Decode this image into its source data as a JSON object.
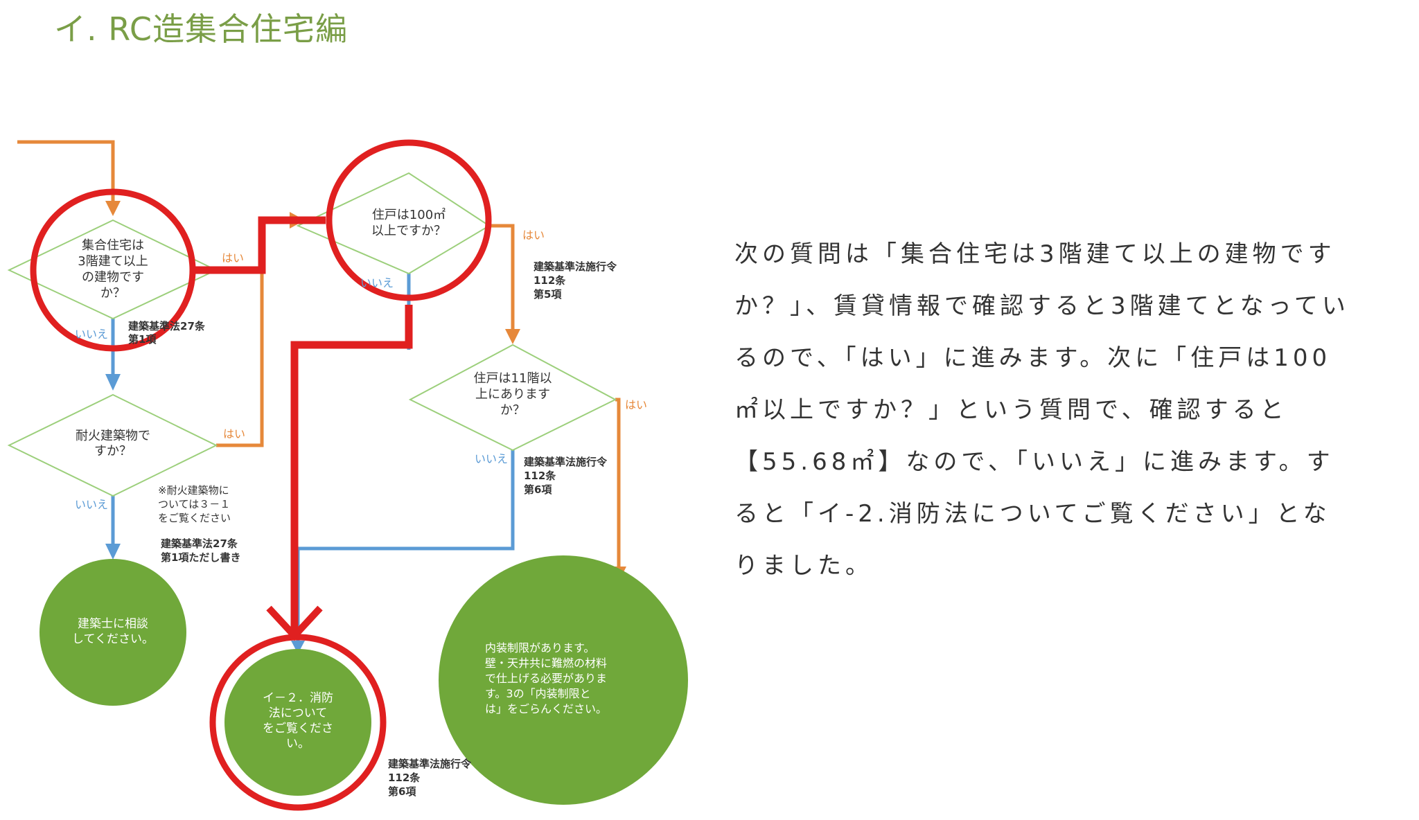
{
  "heading": "イ. RC造集合住宅編",
  "colors": {
    "heading": "#7a9e47",
    "orange": "#e6883a",
    "blue": "#5b9bd5",
    "green": "#70a83a",
    "red": "#e02020",
    "diamond": "#9ccf7b"
  },
  "flowchart": {
    "q1": [
      "集合住宅は",
      "3階建て以上",
      "の建物です",
      "か？"
    ],
    "q2": [
      "耐火建築物で",
      "すか？"
    ],
    "q3": [
      "住戸は100㎡",
      "以上ですか？"
    ],
    "q4": [
      "住戸は11階以",
      "上にあります",
      "か？"
    ],
    "yes": "はい",
    "no": "いいえ",
    "note_q1": [
      "建築基準法27条",
      "第1項"
    ],
    "note_q2": [
      "※耐火建築物に",
      "ついては３－１",
      "をご覧ください"
    ],
    "note_q2b": [
      "建築基準法27条",
      "第1項ただし書き"
    ],
    "note_q3": [
      "建築基準法施行令",
      "112条",
      "第5項"
    ],
    "note_q4": [
      "建築基準法施行令",
      "112条",
      "第6項"
    ],
    "note_r2": [
      "建築基準法施行令",
      "112条",
      "第6項"
    ],
    "r1": [
      "建築士に相談",
      "してください。"
    ],
    "r2": [
      "イ－２．消防",
      "法について",
      "をご覧くださ",
      "い。"
    ],
    "r3": [
      "内装制限があります。",
      "壁・天井共に難燃の材料",
      "で仕上げる必要がありま",
      "す。3の「内装制限と",
      "は」をごらんください。"
    ]
  },
  "explanation": "次の質問は「集合住宅は3階建て以上の建物ですか？」、賃貸情報で確認すると3階建てとなっているので、「はい」に進みます。次に「住戸は100㎡以上ですか？」という質問で、確認すると【55.68㎡】なので、「いいえ」に進みます。すると「イ-2.消防法についてご覧ください」となりました。"
}
